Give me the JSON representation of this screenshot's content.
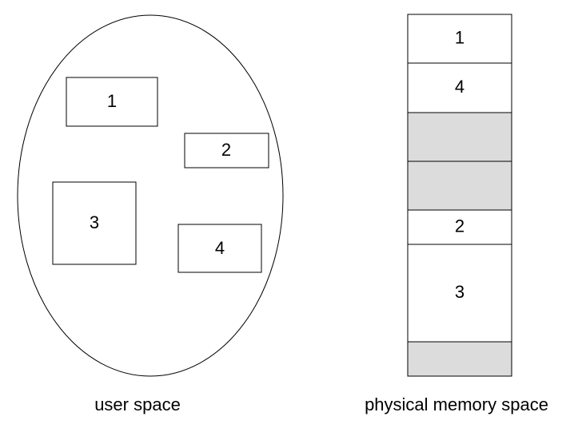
{
  "colors": {
    "stroke": "#000000",
    "free_block": "#dcdcdc",
    "used_block": "#ffffff",
    "background": "#ffffff"
  },
  "user_space": {
    "caption": "user space",
    "segments": [
      {
        "id": "1",
        "label": "1"
      },
      {
        "id": "2",
        "label": "2"
      },
      {
        "id": "3",
        "label": "3"
      },
      {
        "id": "4",
        "label": "4"
      }
    ]
  },
  "physical_memory": {
    "caption": "physical memory space",
    "blocks": [
      {
        "label": "1",
        "free": false
      },
      {
        "label": "4",
        "free": false
      },
      {
        "label": "",
        "free": true
      },
      {
        "label": "",
        "free": true
      },
      {
        "label": "2",
        "free": false
      },
      {
        "label": "3",
        "free": false
      },
      {
        "label": "",
        "free": true
      }
    ]
  }
}
